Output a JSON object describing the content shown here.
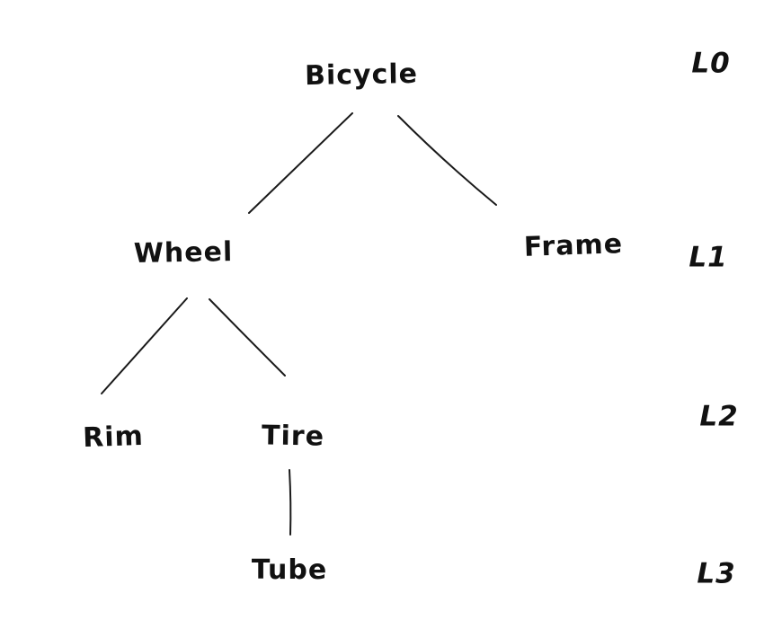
{
  "diagram": {
    "kind": "tree",
    "ink_color": "#1a1a1a",
    "background_color": "#ffffff",
    "nodes": [
      {
        "id": "bicycle",
        "label": "Bicycle",
        "level": 0,
        "parent": null
      },
      {
        "id": "wheel",
        "label": "Wheel",
        "level": 1,
        "parent": "bicycle"
      },
      {
        "id": "frame",
        "label": "Frame",
        "level": 1,
        "parent": "bicycle"
      },
      {
        "id": "rim",
        "label": "Rim",
        "level": 2,
        "parent": "wheel"
      },
      {
        "id": "tire",
        "label": "Tire",
        "level": 2,
        "parent": "wheel"
      },
      {
        "id": "tube",
        "label": "Tube",
        "level": 3,
        "parent": "tire"
      }
    ],
    "edges": [
      {
        "from": "Bicycle",
        "to": "Wheel"
      },
      {
        "from": "Bicycle",
        "to": "Frame"
      },
      {
        "from": "Wheel",
        "to": "Rim"
      },
      {
        "from": "Wheel",
        "to": "Tire"
      },
      {
        "from": "Tire",
        "to": "Tube"
      }
    ],
    "levels": [
      {
        "label": "L0"
      },
      {
        "label": "L1"
      },
      {
        "label": "L2"
      },
      {
        "label": "L3"
      }
    ]
  }
}
